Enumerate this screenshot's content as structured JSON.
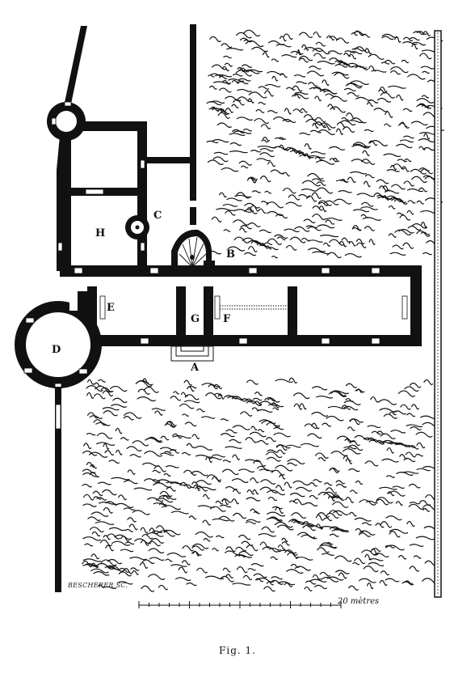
{
  "labels": {
    "A": "A",
    "B": "B",
    "C": "C",
    "D": "D",
    "E": "E",
    "F": "F",
    "G": "G",
    "H": "H",
    "garden": "A"
  },
  "engraver": "BESCHERER.SC.",
  "scale_label": "20 mètres",
  "caption": "Fig. 1."
}
